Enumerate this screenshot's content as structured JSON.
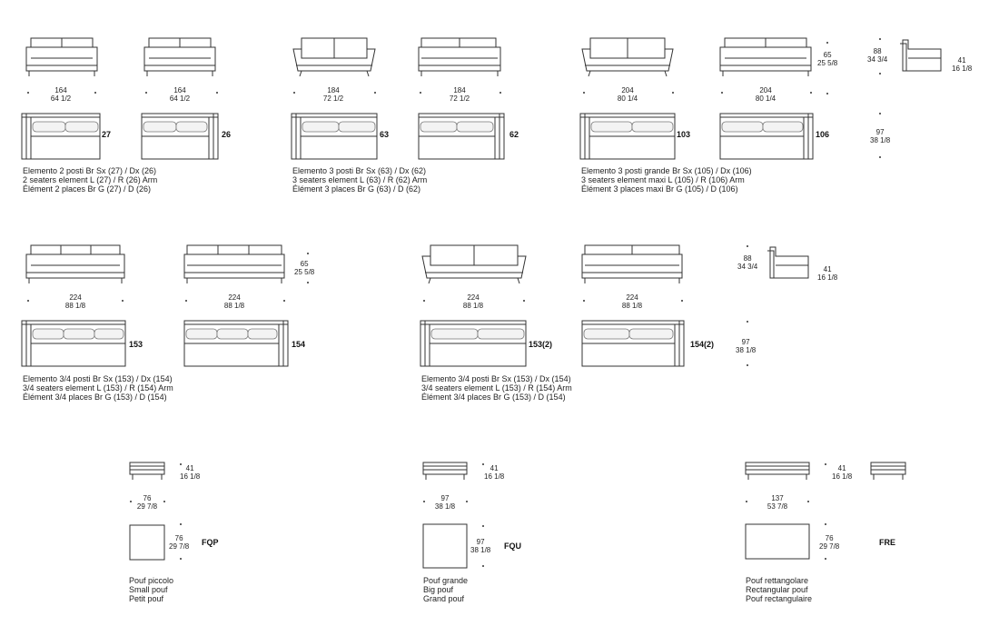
{
  "row1": {
    "front": {
      "s27_w": [
        "164",
        "64 1/2"
      ],
      "s26_w": [
        "164",
        "64 1/2"
      ],
      "s63_w": [
        "184",
        "72 1/2"
      ],
      "s62_w": [
        "184",
        "72 1/2"
      ],
      "s105_w": [
        "204",
        "80 1/4"
      ],
      "s106_w": [
        "204",
        "80 1/4"
      ],
      "height": [
        "65",
        "25 5/8"
      ],
      "side_depth": [
        "88",
        "34 3/4"
      ],
      "seat_h": [
        "41",
        "16 1/8"
      ]
    },
    "codes": [
      "27",
      "26",
      "63",
      "62",
      "103",
      "106"
    ],
    "top_depth": [
      "97",
      "38 1/8"
    ],
    "captions": {
      "two_seat": [
        "Elemento 2 posti Br Sx (27) / Dx (26)",
        "2 seaters element L (27) / R (26) Arm",
        "Élément 2 places Br G (27) / D (26)"
      ],
      "three_seat": [
        "Elemento 3 posti Br Sx (63) / Dx (62)",
        "3 seaters element L (63) / R (62) Arm",
        "Élément 3 places Br G (63) / D (62)"
      ],
      "three_seat_maxi": [
        "Elemento 3 posti grande Br Sx (105) / Dx (106)",
        "3 seaters element maxi L (105) / R (106) Arm",
        "Élément 3 places maxi Br G (105) / D (106)"
      ]
    }
  },
  "row2": {
    "front": {
      "w1": [
        "224",
        "88 1/8"
      ],
      "w2": [
        "224",
        "88 1/8"
      ],
      "w3": [
        "224",
        "88 1/8"
      ],
      "w4": [
        "224",
        "88 1/8"
      ],
      "height": [
        "65",
        "25 5/8"
      ],
      "side_depth": [
        "88",
        "34 3/4"
      ],
      "seat_h": [
        "41",
        "16 1/8"
      ]
    },
    "codes": [
      "153",
      "154",
      "153(2)",
      "154(2)"
    ],
    "top_depth": [
      "97",
      "38 1/8"
    ],
    "captions": {
      "left": [
        "Elemento 3/4 posti Br Sx (153) / Dx (154)",
        "3/4 seaters element L (153) / R (154) Arm",
        "Élément 3/4 places Br G (153) / D (154)"
      ],
      "right": [
        "Elemento 3/4 posti Br Sx (153) / Dx (154)",
        "3/4 seaters element L (153) / R (154) Arm",
        "Élément 3/4 places Br G (153) / D (154)"
      ]
    }
  },
  "row3": {
    "pouf_small": {
      "h": [
        "41",
        "16 1/8"
      ],
      "w": [
        "76",
        "29 7/8"
      ],
      "d": [
        "76",
        "29 7/8"
      ],
      "code": "FQP",
      "caption": [
        "Pouf piccolo",
        "Small pouf",
        "Petit pouf"
      ]
    },
    "pouf_big": {
      "h": [
        "41",
        "16 1/8"
      ],
      "w": [
        "97",
        "38 1/8"
      ],
      "d": [
        "97",
        "38 1/8"
      ],
      "code": "FQU",
      "caption": [
        "Pouf grande",
        "Big pouf",
        "Grand pouf"
      ]
    },
    "pouf_rect": {
      "h": [
        "41",
        "16 1/8"
      ],
      "w": [
        "137",
        "53 7/8"
      ],
      "d": [
        "76",
        "29 7/8"
      ],
      "code": "FRE",
      "caption": [
        "Pouf rettangolare",
        "Rectangular pouf",
        "Pouf rectangulaire"
      ]
    }
  }
}
